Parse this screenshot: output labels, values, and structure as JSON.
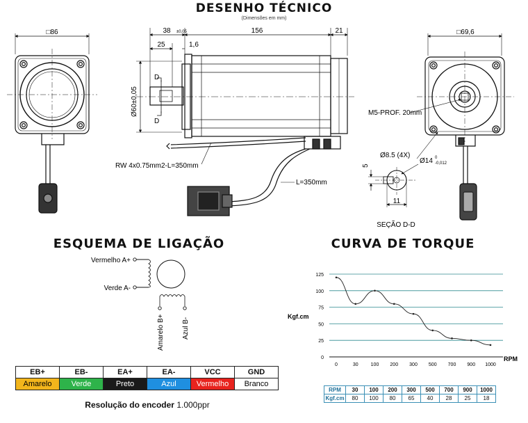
{
  "drawing": {
    "title": "DESENHO TÉCNICO",
    "subtitle": "(Dimensões em mm)",
    "dims": {
      "front_width": "□86",
      "shaft_len": "38",
      "shaft_tol": "±0,05",
      "body_len": "156",
      "rear_len": "21",
      "key_len": "25",
      "flange": "1,6",
      "pilot_dia": "Ø60±0,05",
      "section_mark": "D",
      "cable_motor": "RW 4x0.75mm2-L=350mm",
      "cable_encoder": "L=350mm",
      "rear_square": "□69,6",
      "thread": "M5-PROF. 20mm",
      "holes": "Ø8.5 (4X)",
      "shaft_dia": "Ø14",
      "shaft_dia_tol_upper": "0",
      "shaft_dia_tol_lower": "-0,012",
      "key_h": "5",
      "key_w": "11",
      "section_label": "SEÇÃO D-D"
    }
  },
  "wiring": {
    "title": "ESQUEMA DE LIGAÇÃO",
    "labels": {
      "red": "Vermelho A+",
      "green": "Verde A-",
      "yellow": "Amarelo B+",
      "blue": "Azul B-"
    },
    "headers": [
      "EB+",
      "EB-",
      "EA+",
      "EA-",
      "VCC",
      "GND"
    ],
    "colors": [
      {
        "name": "Amarelo",
        "bg": "#f2b51c",
        "fg": "#000000"
      },
      {
        "name": "Verde",
        "bg": "#2eb34a",
        "fg": "#ffffff"
      },
      {
        "name": "Preto",
        "bg": "#1a1a1a",
        "fg": "#ffffff"
      },
      {
        "name": "Azul",
        "bg": "#1f8fe0",
        "fg": "#ffffff"
      },
      {
        "name": "Vermelho",
        "bg": "#e8231e",
        "fg": "#ffffff"
      },
      {
        "name": "Branco",
        "bg": "#ffffff",
        "fg": "#000000"
      }
    ],
    "encoder_label": "Resolução do encoder",
    "encoder_value": "1.000ppr"
  },
  "torque": {
    "title": "CURVA DE TORQUE",
    "table_rpm_label": "RPM",
    "table_torque_label": "Kgf.cm"
  },
  "chart_data": {
    "type": "line",
    "title": "CURVA DE TORQUE",
    "xlabel": "RPM",
    "ylabel": "Kgf.cm",
    "categories": [
      "0",
      "30",
      "100",
      "200",
      "300",
      "500",
      "700",
      "900",
      "1000"
    ],
    "values": [
      120,
      80,
      100,
      80,
      65,
      40,
      28,
      25,
      18
    ],
    "yticks": [
      0,
      25,
      50,
      75,
      100,
      125
    ],
    "ylim": [
      0,
      125
    ],
    "grid": true,
    "line_color": "#222222",
    "grid_color": "#2f8a8f"
  }
}
